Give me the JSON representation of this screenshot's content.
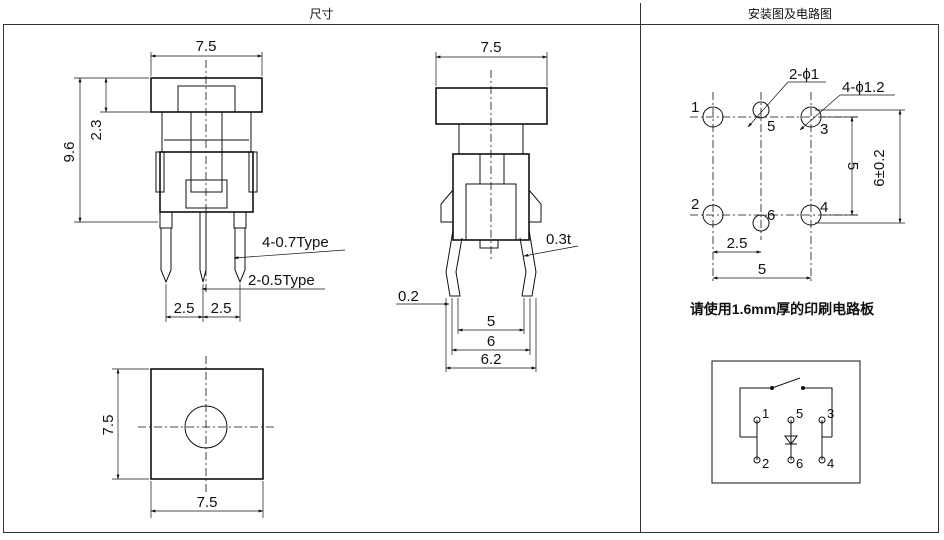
{
  "headers": {
    "left": "尺寸",
    "right": "安装图及电路图"
  },
  "front_view": {
    "width": "7.5",
    "height": "9.6",
    "cap_height": "2.3",
    "pin_note_1": "4-0.7Type",
    "pin_note_2": "2-0.5Type",
    "pitch_left": "2.5",
    "pitch_right": "2.5"
  },
  "side_view": {
    "width": "7.5",
    "thickness": "0.3t",
    "pin_offset": "0.2",
    "span_5": "5",
    "span_6": "6",
    "span_6_2": "6.2"
  },
  "top_view": {
    "width": "7.5",
    "height": "7.5"
  },
  "pcb_layout": {
    "hole_note_1": "2-ϕ1",
    "hole_note_2": "4-ϕ1.2",
    "pin_labels": [
      "1",
      "5",
      "3",
      "2",
      "6",
      "4"
    ],
    "dim_vertical": "5",
    "dim_vertical_tol": "6±0.2",
    "dim_2_5": "2.5",
    "dim_5": "5",
    "pcb_note": "请使用1.6mm厚的印刷电路板"
  },
  "circuit": {
    "pin_labels": [
      "1",
      "5",
      "3",
      "2",
      "6",
      "4"
    ]
  }
}
